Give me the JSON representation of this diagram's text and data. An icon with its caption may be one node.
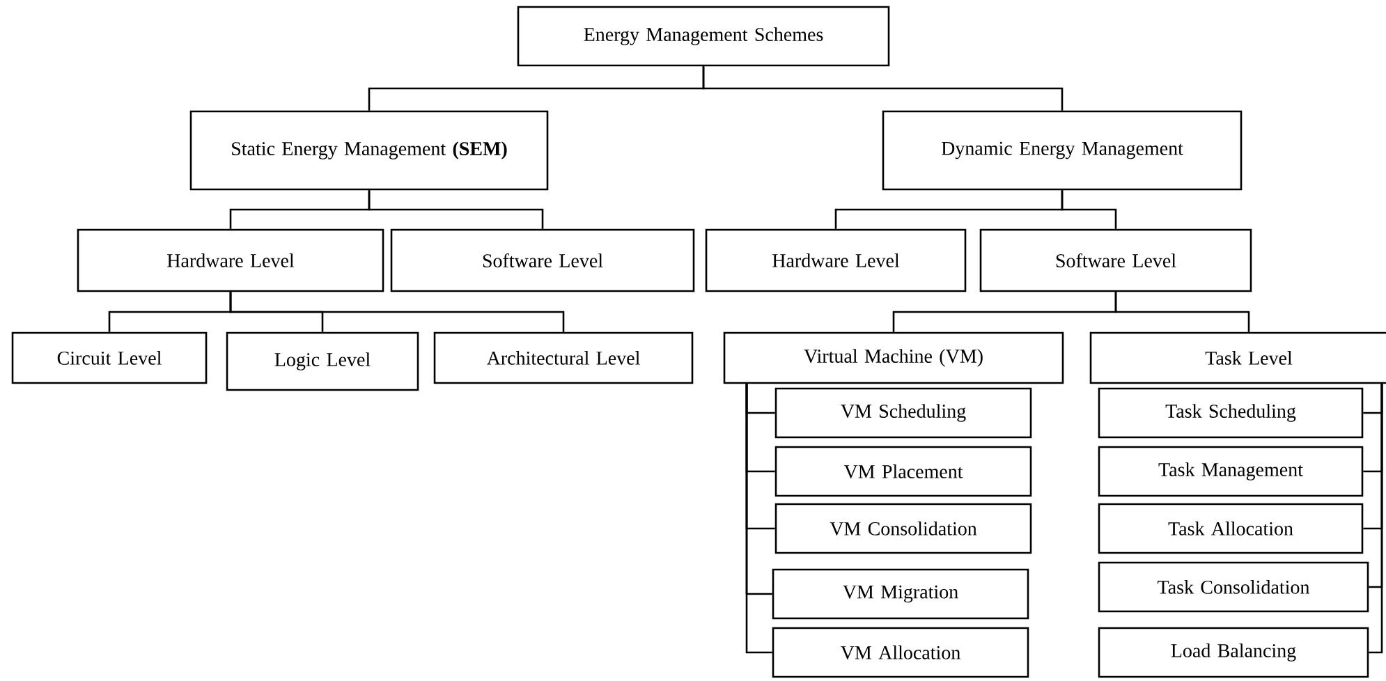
{
  "diagram": {
    "nodes": [
      {
        "text": [
          "Energy Management Schemes"
        ]
      },
      {
        "text": [
          "Static Energy Management **(SEM)**"
        ]
      },
      {
        "text": [
          "Dynamic Energy Management"
        ]
      },
      {
        "text": [
          "Hardware Level"
        ]
      },
      {
        "text": [
          "Software Level"
        ]
      },
      {
        "text": [
          "Hardware Level"
        ]
      },
      {
        "text": [
          "Software Level"
        ]
      },
      {
        "text": [
          "Circuit Level"
        ]
      },
      {
        "text": [
          "Logic Level"
        ]
      },
      {
        "text": [
          "Architectural Level"
        ]
      },
      {
        "text": [
          "Virtual Machine (VM)"
        ]
      },
      {
        "text": [
          "Task Level"
        ]
      },
      {
        "text": [
          "VM Scheduling"
        ]
      },
      {
        "text": [
          "VM Placement"
        ]
      },
      {
        "text": [
          "VM Consolidation"
        ]
      },
      {
        "text": [
          "VM Migration"
        ]
      },
      {
        "text": [
          "VM Allocation"
        ]
      },
      {
        "text": [
          "Task Scheduling"
        ]
      },
      {
        "text": [
          "Task Management"
        ]
      },
      {
        "text": [
          "Task Allocation"
        ]
      },
      {
        "text": [
          "Task Consolidation"
        ]
      },
      {
        "text": [
          "Load Balancing"
        ]
      }
    ],
    "edges": [
      {
        "from": 0,
        "to": 1,
        "arrow": "none"
      },
      {
        "from": 0,
        "to": 2,
        "arrow": "none"
      },
      {
        "from": 1,
        "to": 3,
        "arrow": "none"
      },
      {
        "from": 1,
        "to": 4,
        "arrow": "none"
      },
      {
        "from": 2,
        "to": 5,
        "arrow": "none"
      },
      {
        "from": 2,
        "to": 6,
        "arrow": "none"
      },
      {
        "from": 3,
        "to": 7,
        "arrow": "none"
      },
      {
        "from": 3,
        "to": 8,
        "arrow": "none"
      },
      {
        "from": 3,
        "to": 9,
        "arrow": "none"
      },
      {
        "from": 6,
        "to": 10,
        "arrow": "none"
      },
      {
        "from": 6,
        "to": 11,
        "arrow": "none"
      },
      {
        "from": 10,
        "to": 12,
        "arrow": "none"
      },
      {
        "from": 10,
        "to": 13,
        "arrow": "none"
      },
      {
        "from": 10,
        "to": 14,
        "arrow": "none"
      },
      {
        "from": 10,
        "to": 15,
        "arrow": "none"
      },
      {
        "from": 10,
        "to": 16,
        "arrow": "none"
      },
      {
        "from": 11,
        "to": 17,
        "arrow": "none"
      },
      {
        "from": 11,
        "to": 18,
        "arrow": "none"
      },
      {
        "from": 11,
        "to": 19,
        "arrow": "none"
      },
      {
        "from": 11,
        "to": 20,
        "arrow": "none"
      },
      {
        "from": 11,
        "to": 21,
        "arrow": "none"
      }
    ]
  }
}
